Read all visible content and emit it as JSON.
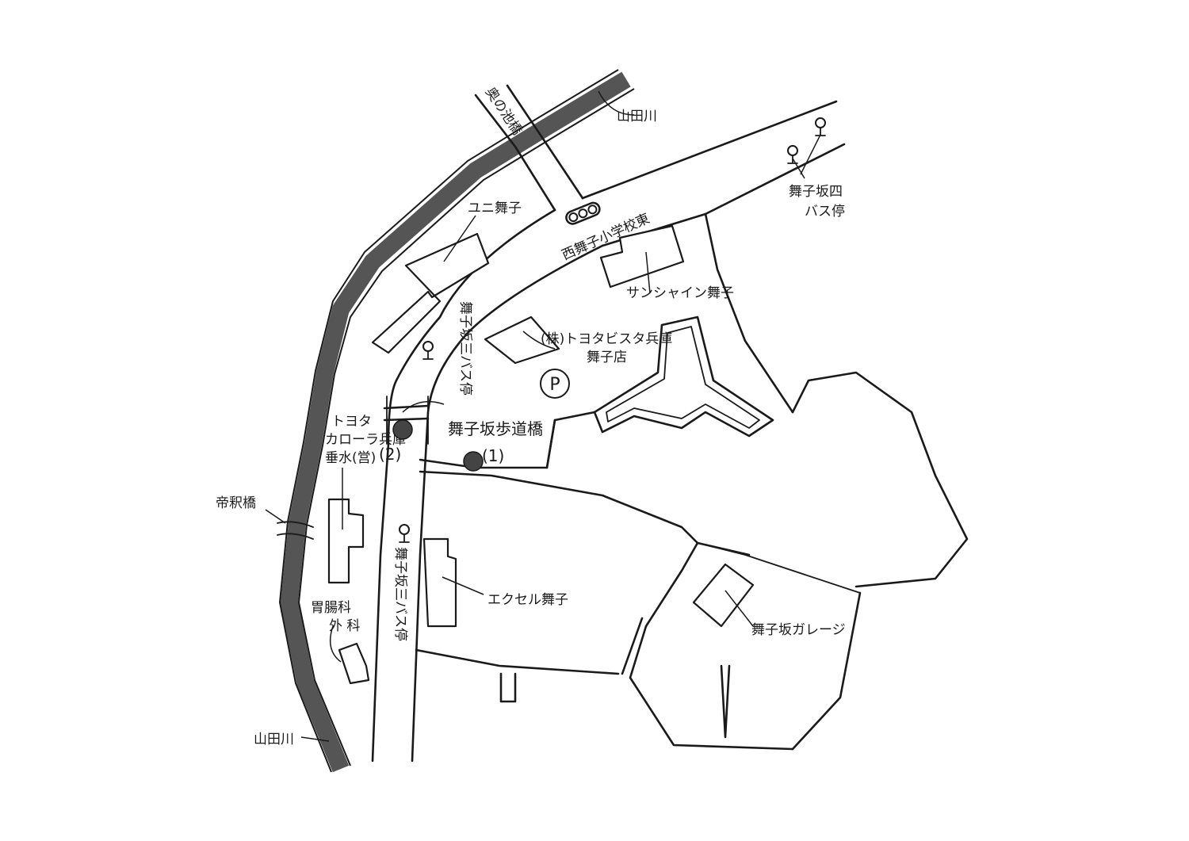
{
  "labels": {
    "river_top": "山田川",
    "river_bottom": "山田川",
    "okunoike_bridge": "奥の池橋",
    "uni_maiko": "ユニ舞子",
    "intersection": "西舞子小学校東",
    "sunshine": "サンシャイン舞子",
    "bus_stop_4_line1": "舞子坂四",
    "bus_stop_4_line2": "バス停",
    "bus_stop_3_north": "舞子坂三バス停",
    "toyota_vista_line1": "(株)トヨタビスタ兵庫",
    "toyota_vista_line2": "舞子店",
    "parking": "P",
    "footbridge": "舞子坂歩道橋",
    "point1": "(1)",
    "point2": "(2)",
    "toyota_corolla_line1": "トヨタ",
    "toyota_corolla_line2": "カローラ兵庫",
    "toyota_corolla_line3": "垂水(営)",
    "taishaku_bridge": "帝釈橋",
    "bus_stop_3_south": "舞子坂三バス停",
    "excel_maiko": "エクセル舞子",
    "clinic_line1": "胃腸科",
    "clinic_line2": "外 科",
    "garage": "舞子坂ガレージ"
  },
  "icons": {
    "bus_stop": "bus-stop-icon",
    "traffic_light": "traffic-light-icon",
    "parking": "parking-icon",
    "location_dot": "location-dot-icon"
  },
  "colors": {
    "ink": "#1a1a1a",
    "river": "#555555",
    "paper": "#ffffff"
  }
}
